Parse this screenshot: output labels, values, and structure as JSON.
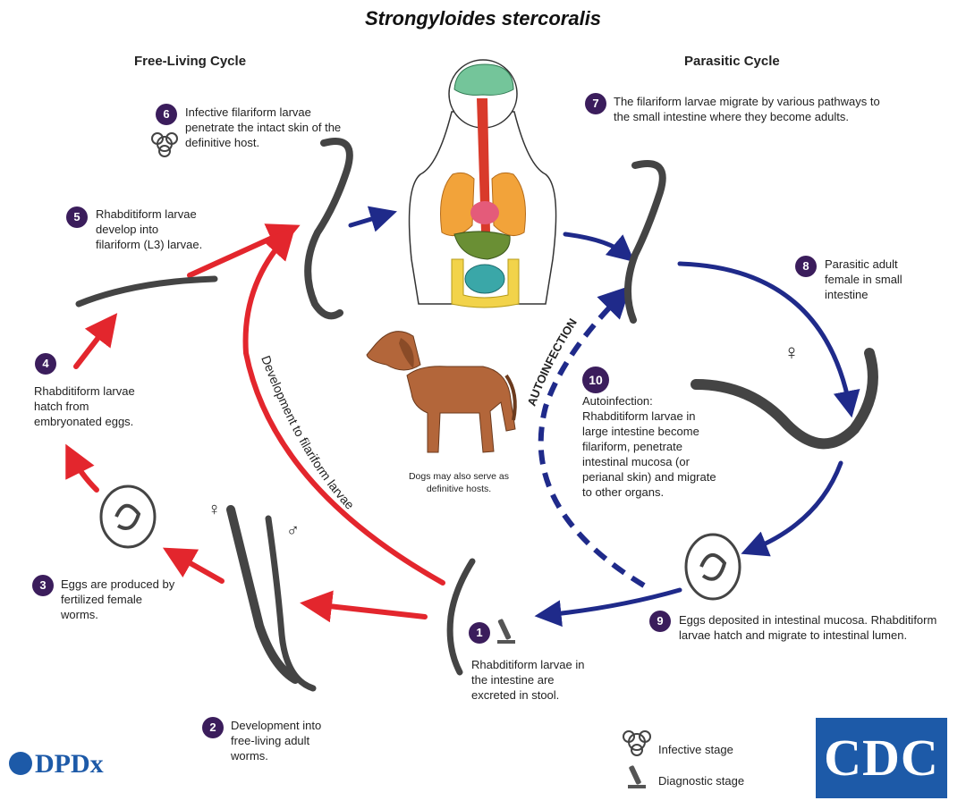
{
  "title": "Strongyloides stercoralis",
  "sections": {
    "free_living": "Free-Living Cycle",
    "parasitic": "Parasitic Cycle"
  },
  "steps": [
    {
      "num": "1",
      "text": "Rhabditiform larvae in the intestine are excreted in stool."
    },
    {
      "num": "2",
      "text": "Development into free-living adult worms."
    },
    {
      "num": "3",
      "text": "Eggs are produced by fertilized female worms."
    },
    {
      "num": "4",
      "text": "Rhabditiform larvae hatch from embryonated eggs."
    },
    {
      "num": "5",
      "text": "Rhabditiform larvae develop into filariform (L3) larvae."
    },
    {
      "num": "6",
      "text": "Infective filariform larvae penetrate the intact skin of the definitive host."
    },
    {
      "num": "7",
      "text": "The filariform larvae migrate by various pathways to the small intestine where they become adults."
    },
    {
      "num": "8",
      "text": "Parasitic adult female in small intestine"
    },
    {
      "num": "9",
      "text": "Eggs deposited in intestinal mucosa. Rhabditiform larvae hatch and migrate to intestinal lumen."
    },
    {
      "num": "10",
      "text": "Autoinfection: Rhabditiform larvae in large intestine become filariform, penetrate intestinal mucosa (or perianal skin) and migrate to other organs."
    }
  ],
  "labels": {
    "development": "Development to filariform larvae",
    "autoinfection": "AUTOINFECTION",
    "dogs": "Dogs may also serve as definitive hosts.",
    "female_symbol": "♀",
    "male_symbol": "♂"
  },
  "legend": {
    "infective": "Infective stage",
    "diagnostic": "Diagnostic stage"
  },
  "logos": {
    "cdc": "CDC",
    "dpdx": "DPDx"
  },
  "colors": {
    "free_living_arrow": "#e3262d",
    "parasitic_arrow": "#1f2a8a",
    "step_badge": "#3b1d5c",
    "cdc_blue": "#1d5aa8"
  }
}
